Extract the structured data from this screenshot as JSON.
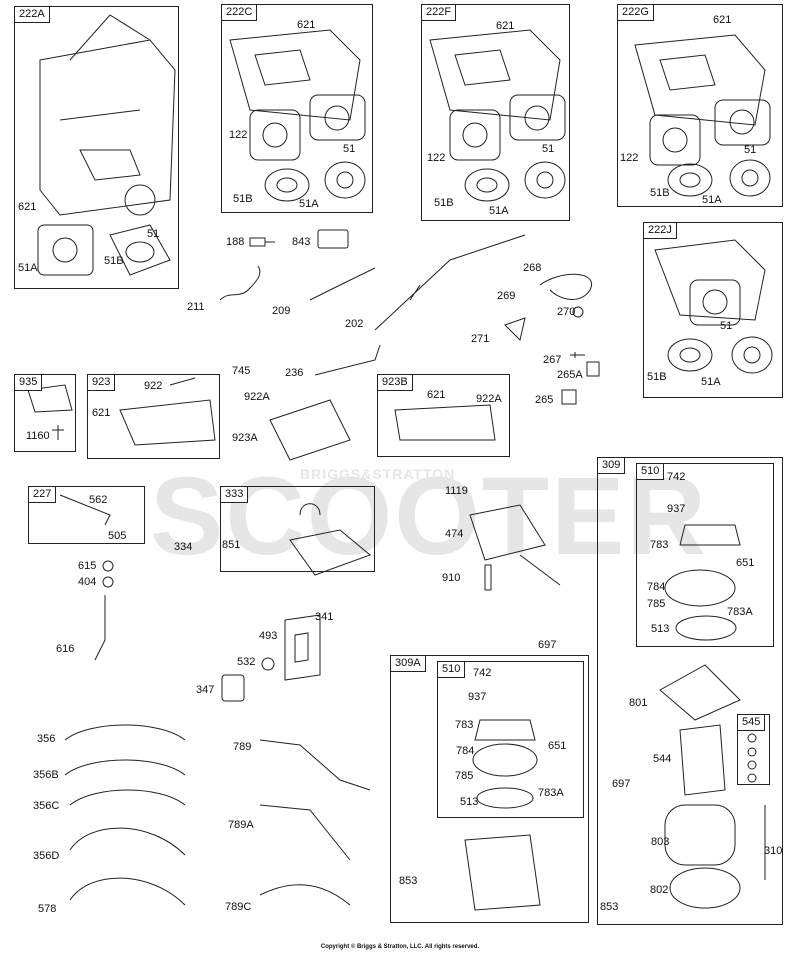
{
  "watermark": {
    "brand": "BRIGGS&STRATTON",
    "word": "SCOOTER"
  },
  "copyright": "Copyright © Briggs & Stratton, LLC. All rights reserved.",
  "boxes": {
    "b222A": "222A",
    "b222C": "222C",
    "b222F": "222F",
    "b222G": "222G",
    "b222J": "222J",
    "b935": "935",
    "b923": "923",
    "b923B": "923B",
    "b227": "227",
    "b333": "333",
    "b309": "309",
    "b510a": "510",
    "b545": "545",
    "b309A": "309A",
    "b510b": "510"
  },
  "labels": {
    "l621a": "621",
    "l51a": "51",
    "l51Aa": "51A",
    "l51Ba": "51B",
    "l621c": "621",
    "l122c": "122",
    "l51c": "51",
    "l51Bc": "51B",
    "l51Ac": "51A",
    "l621f": "621",
    "l122f": "122",
    "l51f": "51",
    "l51Bf": "51B",
    "l51Af": "51A",
    "l621g": "621",
    "l122g": "122",
    "l51g": "51",
    "l51Bg": "51B",
    "l51Ag": "51A",
    "l51j": "51",
    "l51Bj": "51B",
    "l51Aj": "51A",
    "l188": "188",
    "l843": "843",
    "l211": "211",
    "l209": "209",
    "l202": "202",
    "l268": "268",
    "l269": "269",
    "l270": "270",
    "l271": "271",
    "l267": "267",
    "l265A": "265A",
    "l265": "265",
    "l1160": "1160",
    "l922": "922",
    "l621_923": "621",
    "l745": "745",
    "l236": "236",
    "l922A": "922A",
    "l923A": "923A",
    "l621_923B": "621",
    "l922A_b": "922A",
    "l562": "562",
    "l505": "505",
    "l334": "334",
    "l851": "851",
    "l1119": "1119",
    "l474": "474",
    "l910": "910",
    "l615": "615",
    "l404": "404",
    "l616": "616",
    "l341": "341",
    "l493": "493",
    "l532": "532",
    "l347": "347",
    "l356": "356",
    "l356B": "356B",
    "l356C": "356C",
    "l356D": "356D",
    "l578": "578",
    "l789": "789",
    "l789A": "789A",
    "l789C": "789C",
    "l697a": "697",
    "l742a": "742",
    "l937a": "937",
    "l783a": "783",
    "l651a": "651",
    "l784a": "784",
    "l785a": "785",
    "l783Aa": "783A",
    "l513a": "513",
    "l801": "801",
    "l544": "544",
    "l697b": "697",
    "l803": "803",
    "l310": "310",
    "l802": "802",
    "l853a": "853",
    "l742b": "742",
    "l937b": "937",
    "l783b": "783",
    "l651b": "651",
    "l784b": "784",
    "l785b": "785",
    "l783Ab": "783A",
    "l513b": "513",
    "l853b": "853"
  }
}
